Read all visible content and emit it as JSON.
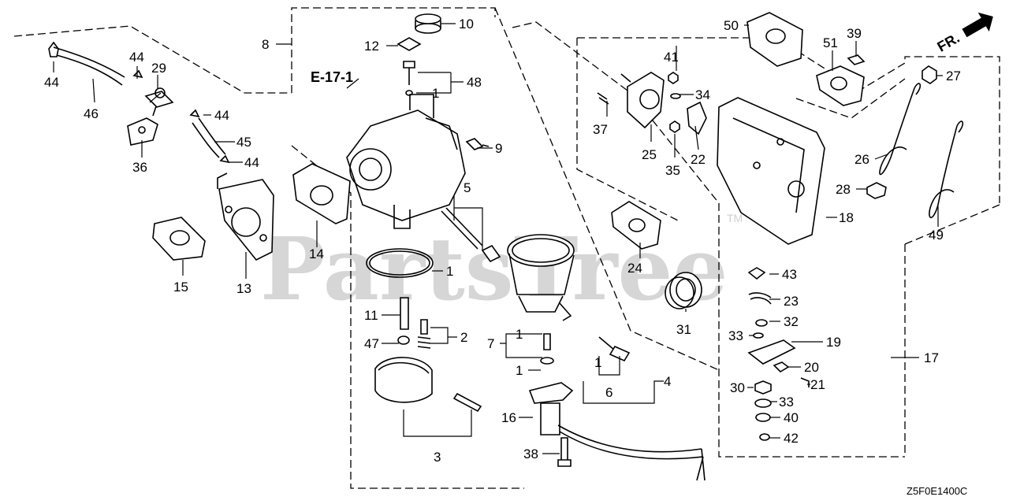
{
  "watermark": "PartsTree",
  "trademark": "TM",
  "reference_label": "E-17-1",
  "front_label": "FR.",
  "diagram_code": "Z5F0E1400C",
  "callouts": {
    "c1": "1",
    "c2": "2",
    "c3": "3",
    "c4": "4",
    "c5": "5",
    "c6": "6",
    "c7": "7",
    "c8": "8",
    "c9": "9",
    "c10": "10",
    "c11": "11",
    "c12": "12",
    "c13": "13",
    "c14": "14",
    "c15": "15",
    "c16": "16",
    "c17": "17",
    "c18": "18",
    "c19": "19",
    "c20": "20",
    "c21": "21",
    "c22": "22",
    "c23": "23",
    "c24": "24",
    "c25": "25",
    "c26": "26",
    "c27": "27",
    "c28": "28",
    "c29": "29",
    "c30": "30",
    "c31": "31",
    "c32": "32",
    "c33": "33",
    "c34": "34",
    "c35": "35",
    "c36": "36",
    "c37": "37",
    "c38": "38",
    "c39": "39",
    "c40": "40",
    "c41": "41",
    "c42": "42",
    "c43": "43",
    "c44": "44",
    "c45": "45",
    "c46": "46",
    "c47": "47",
    "c48": "48",
    "c49": "49",
    "c50": "50",
    "c51": "51"
  }
}
